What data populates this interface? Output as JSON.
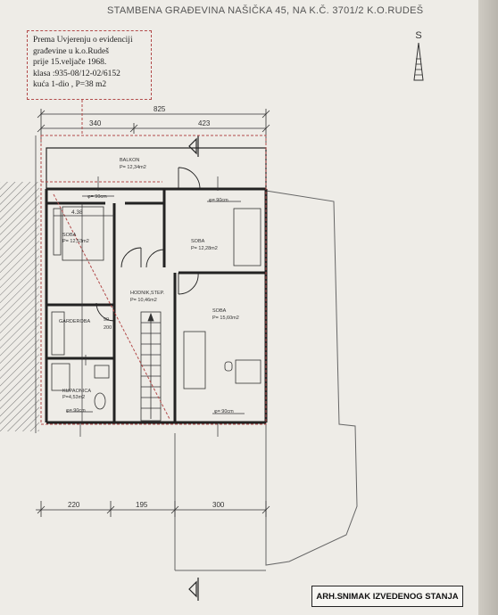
{
  "header": {
    "title": "STAMBENA   GRAĐEVINA   NAŠIČKA 45, NA K.Č. 3701/2   K.O.RUDEŠ"
  },
  "note": {
    "lines": [
      "Prema  Uvjerenju o evidenciji",
      "građevine u k.o.Rudeš",
      "prije 15.veljače 1968.",
      "klasa :935-08/12-02/6152",
      "kuća  1-dio , P=38 m2"
    ]
  },
  "compass": {
    "label": "S",
    "icon": "north-arrow-icon"
  },
  "dimensions": {
    "top_total": "825",
    "top_left": "340",
    "top_right": "423",
    "inner_438": "4.38",
    "bottom_1": "220",
    "bottom_2": "195",
    "bottom_3": "300",
    "door_90": "90",
    "door_200": "200"
  },
  "rooms": {
    "balkon": {
      "name": "BALKON",
      "area": "P= 12,34m2"
    },
    "soba_1": {
      "name": "SOBA",
      "area": "P= 12,53m2"
    },
    "soba_2": {
      "name": "SOBA",
      "area": "P= 12,28m2"
    },
    "hodnik": {
      "name": "HODNIK,STEP.",
      "area": "P= 10,46m2"
    },
    "soba_3": {
      "name": "SOBA",
      "area": "P= 15,60m2"
    },
    "garderoba": {
      "name": "GARDEROBA"
    },
    "kupaonica": {
      "name": "KUPAONICA",
      "area": "P=4,53m2"
    }
  },
  "window_labels": {
    "w1": "φ= 90cm",
    "w2": "φ= 90cm",
    "w3": "φ= 90cm",
    "w4": "φ= 90cm"
  },
  "colors": {
    "line": "#222222",
    "dim": "#333333",
    "red_dashed": "#b24a4a",
    "paper": "#eeece7"
  },
  "stamp": {
    "label": "ARH.SNIMAK IZVEDENOG STANJA"
  }
}
